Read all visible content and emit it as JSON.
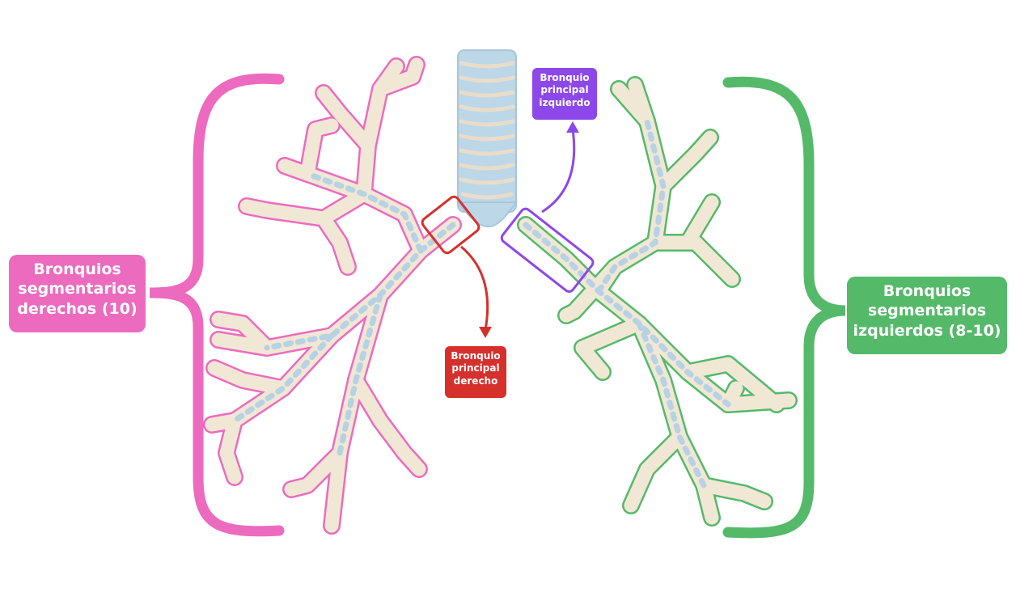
{
  "labels": {
    "right_segmental": [
      "Bronquios",
      "segmentarios",
      "derechos (10)"
    ],
    "left_segmental": [
      "Bronquios",
      "segmentarios",
      "izquierdos (8-10)"
    ],
    "right_main": [
      "Bronquio",
      "principal",
      "derecho"
    ],
    "left_main": [
      "Bronquio",
      "principal",
      "izquierdo"
    ]
  },
  "colors": {
    "right_segmental": "#ec6bbf",
    "left_segmental": "#55b96a",
    "right_main": "#d6302d",
    "left_main": "#8c48e8",
    "airway_fill": "#f0e6d6",
    "airway_blue": "#b6d2e4"
  }
}
